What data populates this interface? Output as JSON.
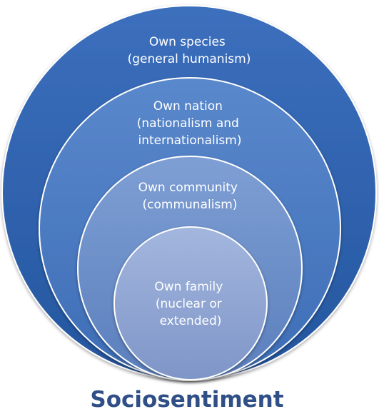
{
  "diagram": {
    "title": "Sociosentiment",
    "colors": {
      "title": "#2f4f86",
      "outline": "#ffffff",
      "ring_species_light": "#3c6fbd",
      "ring_species_dark": "#24569f",
      "ring_nation_light": "#5a88cc",
      "ring_nation_dark": "#3d6db6",
      "ring_community_light": "#7e9fd4",
      "ring_community_dark": "#5b7fbd",
      "ring_family_light": "#a3b6de",
      "ring_family_dark": "#7e95c7"
    },
    "rings": [
      {
        "id": "species",
        "lines": [
          "Own species",
          "(general humanism)"
        ]
      },
      {
        "id": "nation",
        "lines": [
          "Own nation",
          "(nationalism and",
          "internationalism)"
        ]
      },
      {
        "id": "community",
        "lines": [
          "Own community",
          "(communalism)"
        ]
      },
      {
        "id": "family",
        "lines": [
          "Own family",
          "(nuclear or",
          "extended)"
        ]
      }
    ]
  }
}
